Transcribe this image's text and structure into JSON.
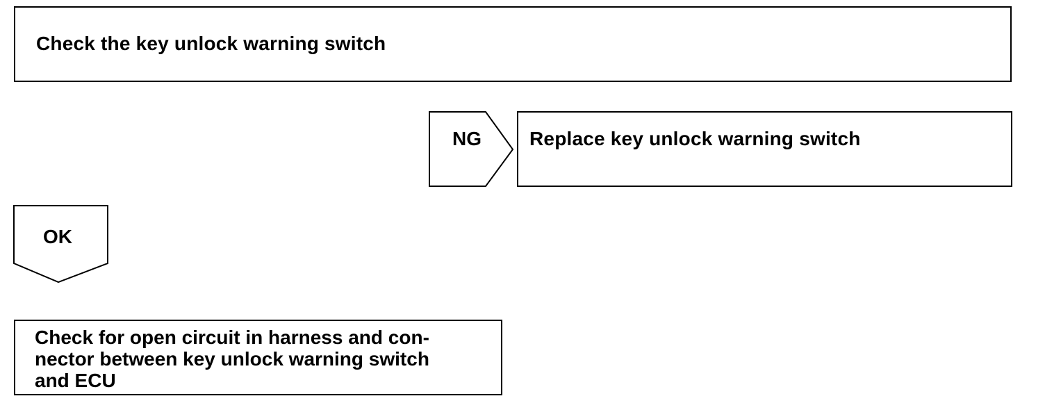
{
  "flow": {
    "step1": {
      "text": "Check the key unlock warning switch"
    },
    "ng_branch": {
      "label": "NG",
      "result_text": "Replace key unlock warning switch"
    },
    "ok_branch": {
      "label": "OK"
    },
    "step2": {
      "lines": [
        "Check for open circuit in harness and con-",
        "nector between key unlock warning switch",
        "and ECU"
      ]
    }
  }
}
